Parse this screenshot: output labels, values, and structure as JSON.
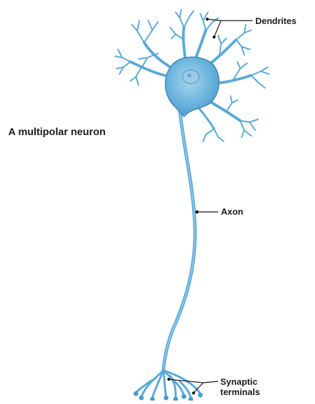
{
  "diagram": {
    "caption": "A multipolar neuron",
    "labels": {
      "dendrites": "Dendrites",
      "axon": "Axon",
      "synaptic_line1": "Synaptic",
      "synaptic_line2": "terminals"
    },
    "colors": {
      "neuron_fill": "#6ab4dd",
      "neuron_stroke": "#3d86b3",
      "nucleus": "#9ccbe6",
      "leader_line": "#111111"
    }
  }
}
